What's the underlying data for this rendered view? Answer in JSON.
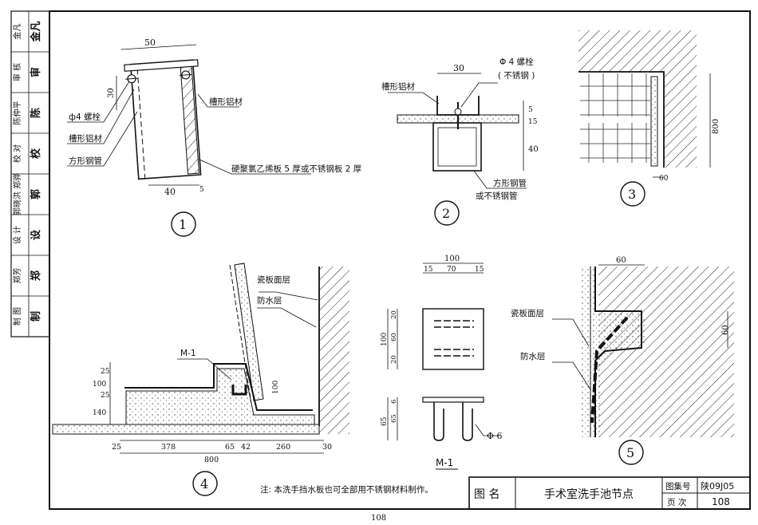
{
  "page_number": "108",
  "sidebar": {
    "cells": [
      {
        "label": "金凡",
        "signature": "金凡"
      },
      {
        "label": "审 核",
        "signature": "审"
      },
      {
        "label": "陈仲平",
        "signature": "陈"
      },
      {
        "label": "校 对",
        "signature": "校"
      },
      {
        "label": "郭晓洪 郑骅",
        "signature": "郭"
      },
      {
        "label": "设 计",
        "signature": "设"
      },
      {
        "label": "郑芳",
        "signature": "郑"
      },
      {
        "label": "制 图",
        "signature": "制"
      }
    ]
  },
  "details": {
    "d1": {
      "number": "1",
      "labels": {
        "bolt": "ф4 螺栓",
        "channel_left": "槽形铝材",
        "tube": "方形钢管",
        "channel_right": "槽形铝材",
        "board": "硬聚氯乙烯板 5 厚或不锈钢板 2 厚"
      },
      "dims": {
        "top": "50",
        "bottom": "40",
        "side": "30",
        "small": "5"
      }
    },
    "d2": {
      "number": "2",
      "labels": {
        "bolt_a": "Φ 4 螺栓",
        "bolt_b": "( 不锈钢 )",
        "channel": "槽形铝材",
        "tube_a": "方形钢管",
        "tube_b": "或不锈钢管"
      },
      "dims": {
        "top": "30",
        "right_a": "5",
        "right_b": "15",
        "right_c": "40"
      }
    },
    "d3": {
      "number": "3",
      "dims": {
        "height": "800",
        "bottom": "60"
      }
    },
    "d4": {
      "number": "4",
      "labels": {
        "tile": "瓷板面层",
        "waterproof": "防水层",
        "part": "M-1"
      },
      "dims": {
        "b1": "25",
        "b2": "378",
        "b3": "65",
        "b4": "42",
        "b5": "260",
        "b6": "30",
        "total": "800",
        "h1": "140",
        "h2": "100",
        "h3": "25",
        "h4": "25",
        "slot": "100"
      }
    },
    "m1": {
      "title": "M-1",
      "dims": {
        "w": "100",
        "w1": "15",
        "w2": "70",
        "w3": "15",
        "h": "100",
        "h1": "20",
        "h2": "60",
        "h3": "20",
        "s": "65",
        "s1": "6",
        "s2": "65",
        "phi": "Φ 6"
      }
    },
    "d5": {
      "number": "5",
      "labels": {
        "tile": "瓷板面层",
        "waterproof": "防水层"
      },
      "dims": {
        "top": "60",
        "right": "60"
      }
    }
  },
  "note": "注:  本洗手挡水板也可全部用不锈钢材料制作。",
  "title_block": {
    "label": "图  名",
    "title": "手术室洗手池节点",
    "set_label": "图集号",
    "set_value": "陕09J05",
    "page_label": "页  次",
    "page_value": "108"
  }
}
